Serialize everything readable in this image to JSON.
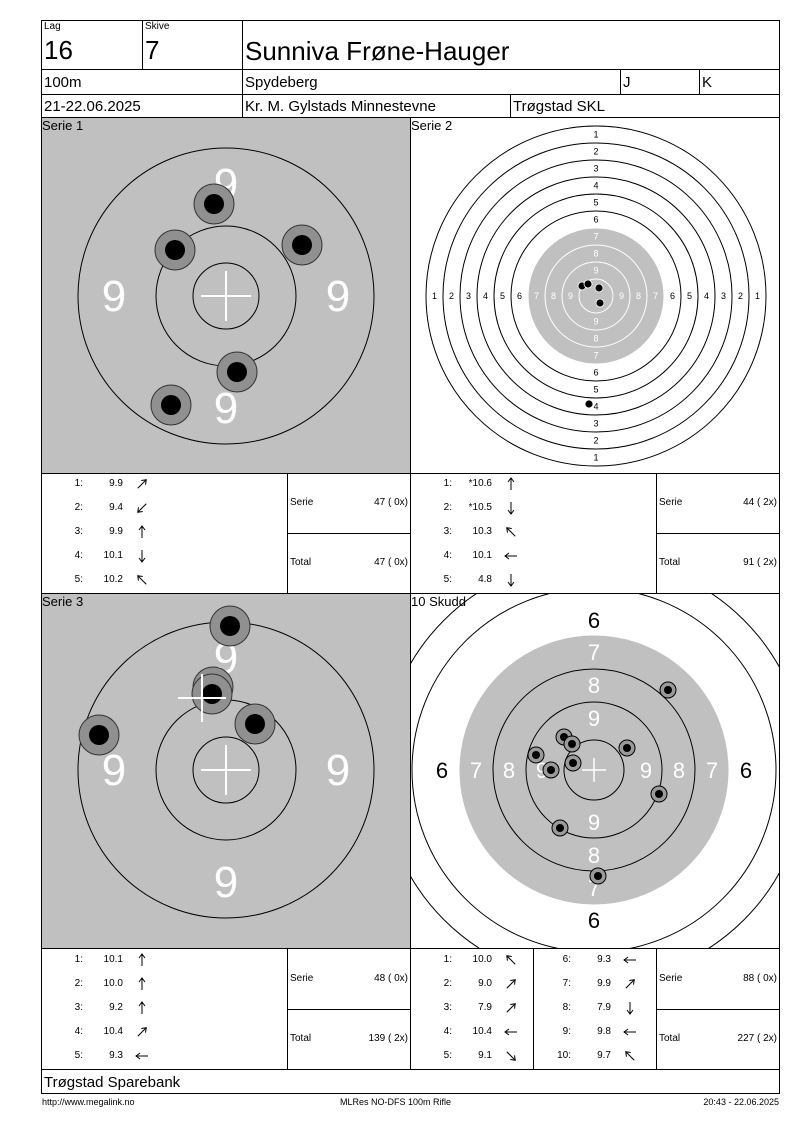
{
  "header": {
    "lag_label": "Lag",
    "lag": "16",
    "skive_label": "Skive",
    "skive": "7",
    "name": "Sunniva Frøne-Hauger",
    "distance": "100m",
    "place": "Spydeberg",
    "col_j": "J",
    "col_k": "K",
    "date": "21-22.06.2025",
    "event": "Kr. M. Gylstads Minnestevne",
    "club": "Trøgstad SKL"
  },
  "panels": {
    "serie1": "Serie 1",
    "serie2": "Serie 2",
    "serie3": "Serie 3",
    "skudd": "10 Skudd"
  },
  "series": [
    {
      "shots": [
        {
          "n": "1:",
          "v": "9.9",
          "dir": "ne"
        },
        {
          "n": "2:",
          "v": "9.4",
          "dir": "sw"
        },
        {
          "n": "3:",
          "v": "9.9",
          "dir": "n"
        },
        {
          "n": "4:",
          "v": "10.1",
          "dir": "s"
        },
        {
          "n": "5:",
          "v": "10.2",
          "dir": "nw"
        }
      ],
      "serie_label": "Serie",
      "serie": "47 ( 0x)",
      "total_label": "Total",
      "total": "47 ( 0x)"
    },
    {
      "shots": [
        {
          "n": "1:",
          "v": "*10.6",
          "dir": "n"
        },
        {
          "n": "2:",
          "v": "*10.5",
          "dir": "s"
        },
        {
          "n": "3:",
          "v": "10.3",
          "dir": "nw"
        },
        {
          "n": "4:",
          "v": "10.1",
          "dir": "w"
        },
        {
          "n": "5:",
          "v": "4.8",
          "dir": "s"
        }
      ],
      "serie_label": "Serie",
      "serie": "44 ( 2x)",
      "total_label": "Total",
      "total": "91 ( 2x)"
    },
    {
      "shots": [
        {
          "n": "1:",
          "v": "10.1",
          "dir": "n"
        },
        {
          "n": "2:",
          "v": "10.0",
          "dir": "n"
        },
        {
          "n": "3:",
          "v": "9.2",
          "dir": "n"
        },
        {
          "n": "4:",
          "v": "10.4",
          "dir": "ne"
        },
        {
          "n": "5:",
          "v": "9.3",
          "dir": "w"
        }
      ],
      "serie_label": "Serie",
      "serie": "48 ( 0x)",
      "total_label": "Total",
      "total": "139 ( 2x)"
    },
    {
      "shots_a": [
        {
          "n": "1:",
          "v": "10.0",
          "dir": "nw"
        },
        {
          "n": "2:",
          "v": "9.0",
          "dir": "ne"
        },
        {
          "n": "3:",
          "v": "7.9",
          "dir": "ne"
        },
        {
          "n": "4:",
          "v": "10.4",
          "dir": "w"
        },
        {
          "n": "5:",
          "v": "9.1",
          "dir": "se"
        }
      ],
      "shots_b": [
        {
          "n": "6:",
          "v": "9.3",
          "dir": "w"
        },
        {
          "n": "7:",
          "v": "9.9",
          "dir": "ne"
        },
        {
          "n": "8:",
          "v": "7.9",
          "dir": "s"
        },
        {
          "n": "9:",
          "v": "9.8",
          "dir": "w"
        },
        {
          "n": "10:",
          "v": "9.7",
          "dir": "nw"
        }
      ],
      "serie_label": "Serie",
      "serie": "88 ( 0x)",
      "total_label": "Total",
      "total": "227 ( 2x)"
    }
  ],
  "sponsor": "Trøgstad Sparebank",
  "footer": {
    "url": "http://www.megalink.no",
    "software": "MLRes NO-DFS 100m Rifle",
    "time": "20:43 - 22.06.2025"
  },
  "colors": {
    "target_gray": "#c0c0c0",
    "shot_fill": "#000000",
    "shot_ring": "#808080"
  },
  "icons": {
    "arrow": "direction-arrow-icon",
    "crosshair": "crosshair-icon"
  }
}
